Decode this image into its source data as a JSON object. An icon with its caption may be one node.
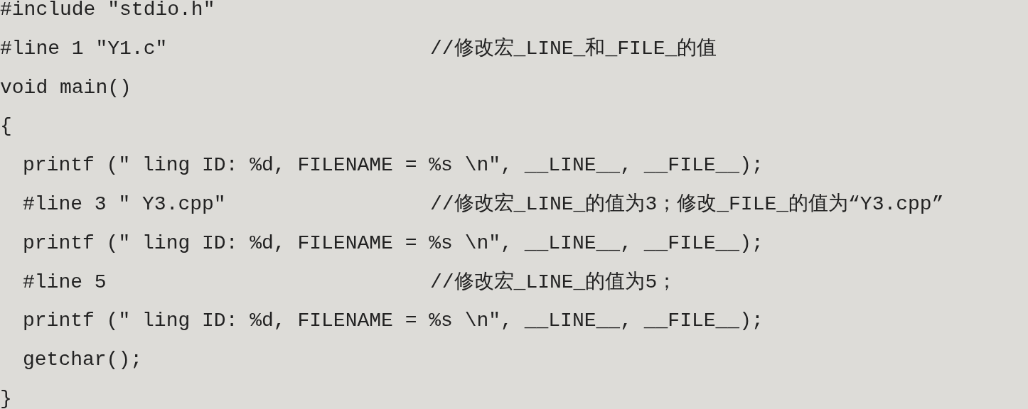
{
  "diagram": {
    "labels": [
      "#include \"stdio.h\"",
      "#line 1 \"Y1.c\"",
      "//修改宏_LINE_和_FILE_的值",
      "void main()",
      "{",
      "printf (\" ling ID: %d, FILENAME = %s \\n\", __LINE__, __FILE__);",
      "#line 3 \" Y3.cpp\"",
      "//修改宏_LINE_的值为3；修改_FILE_的值为“Y3.cpp”",
      "printf (\" ling ID: %d, FILENAME = %s \\n\", __LINE__, __FILE__);",
      "#line 5",
      "//修改宏_LINE_的值为5；",
      "printf (\" ling ID: %d, FILENAME = %s \\n\", __LINE__, __FILE__);",
      "getchar();",
      "}"
    ]
  }
}
